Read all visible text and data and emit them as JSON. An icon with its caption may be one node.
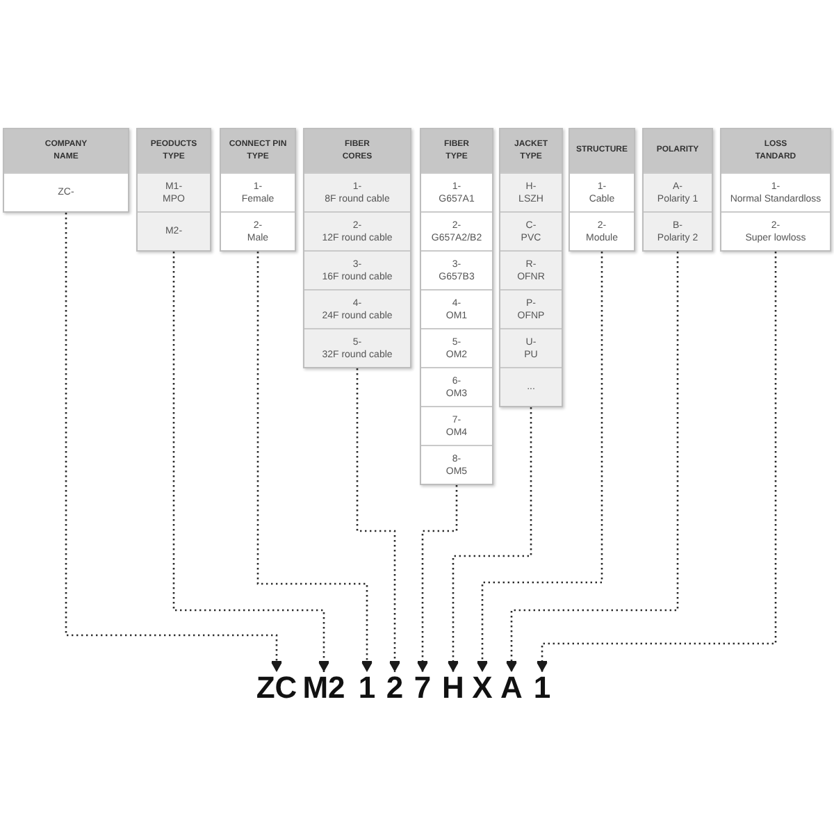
{
  "diagram": {
    "nodes": [
      {
        "text": [
          "COMPANY NAME"
        ]
      },
      {
        "text": [
          "ZC-"
        ],
        "in": 0
      },
      {
        "text": [
          "PEODUCTS TYPE"
        ]
      },
      {
        "text": [
          "M1-",
          "MPO"
        ],
        "in": 2
      },
      {
        "text": [
          "M2-"
        ],
        "in": 2
      },
      {
        "text": [
          "CONNECT PIN TYPE"
        ]
      },
      {
        "text": [
          "1-",
          "Female"
        ],
        "in": 5
      },
      {
        "text": [
          "2-",
          "Male"
        ],
        "in": 5
      },
      {
        "text": [
          "FIBER CORES"
        ]
      },
      {
        "text": [
          "1-",
          "8F round cable"
        ],
        "in": 8
      },
      {
        "text": [
          "2-",
          "12F round cable"
        ],
        "in": 8
      },
      {
        "text": [
          "3-",
          "16F round cable"
        ],
        "in": 8
      },
      {
        "text": [
          "4-",
          "24F round cable"
        ],
        "in": 8
      },
      {
        "text": [
          "5-",
          "32F round cable"
        ],
        "in": 8
      },
      {
        "text": [
          "FIBER TYPE"
        ]
      },
      {
        "text": [
          "1-",
          "G657A1"
        ],
        "in": 14
      },
      {
        "text": [
          "2-",
          "G657A2/B2"
        ],
        "in": 14
      },
      {
        "text": [
          "3-",
          "G657B3"
        ],
        "in": 14
      },
      {
        "text": [
          "4-",
          "OM1"
        ],
        "in": 14
      },
      {
        "text": [
          "5-",
          "OM2"
        ],
        "in": 14
      },
      {
        "text": [
          "6-",
          "OM3"
        ],
        "in": 14
      },
      {
        "text": [
          "7-",
          "OM4"
        ],
        "in": 14
      },
      {
        "text": [
          "8-",
          "OM5"
        ],
        "in": 14
      },
      {
        "text": [
          "JACKET TYPE"
        ]
      },
      {
        "text": [
          "H-",
          "LSZH"
        ],
        "in": 23
      },
      {
        "text": [
          "C-",
          "PVC"
        ],
        "in": 23
      },
      {
        "text": [
          "R-",
          "OFNR"
        ],
        "in": 23
      },
      {
        "text": [
          "P-",
          "OFNP"
        ],
        "in": 23
      },
      {
        "text": [
          "U-",
          "PU"
        ],
        "in": 23
      },
      {
        "text": [
          "..."
        ],
        "in": 23
      },
      {
        "text": [
          "STRUCTURE"
        ]
      },
      {
        "text": [
          "1-",
          "Cable"
        ],
        "in": 30
      },
      {
        "text": [
          "2-",
          "Module"
        ],
        "in": 30
      },
      {
        "text": [
          "POLARITY"
        ]
      },
      {
        "text": [
          "A-",
          "Polarity 1"
        ],
        "in": 33
      },
      {
        "text": [
          "B-",
          "Polarity 2"
        ],
        "in": 33
      },
      {
        "text": [
          "LOSS TANDARD"
        ]
      },
      {
        "text": [
          "1-",
          "Normal Standardloss"
        ],
        "in": 36
      },
      {
        "text": [
          "2-",
          "Super lowloss"
        ],
        "in": 36
      },
      {
        "text": [
          "ZC"
        ]
      },
      {
        "text": [
          "M2"
        ]
      },
      {
        "text": [
          "1"
        ]
      },
      {
        "text": [
          "2"
        ]
      },
      {
        "text": [
          "7"
        ]
      },
      {
        "text": [
          "H"
        ]
      },
      {
        "text": [
          "X"
        ]
      },
      {
        "text": [
          "A"
        ]
      },
      {
        "text": [
          "1"
        ]
      }
    ],
    "edges": [
      {
        "from": 0,
        "to": 39,
        "arrow": "to"
      },
      {
        "from": 2,
        "to": 40,
        "arrow": "to"
      },
      {
        "from": 5,
        "to": 41,
        "arrow": "to"
      },
      {
        "from": 8,
        "to": 42,
        "arrow": "to"
      },
      {
        "from": 14,
        "to": 43,
        "arrow": "to"
      },
      {
        "from": 23,
        "to": 44,
        "arrow": "to"
      },
      {
        "from": 30,
        "to": 45,
        "arrow": "to"
      },
      {
        "from": 33,
        "to": 46,
        "arrow": "to"
      },
      {
        "from": 36,
        "to": 47,
        "arrow": "to"
      }
    ]
  }
}
